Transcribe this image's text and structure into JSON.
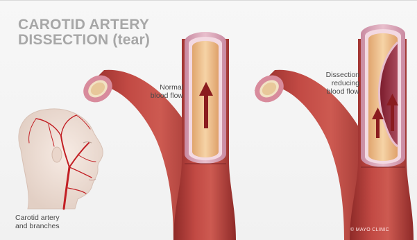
{
  "title": {
    "line1": "CAROTID ARTERY",
    "line2": "DISSECTION (tear)"
  },
  "labels": {
    "normal": [
      "Normal",
      "blood flow"
    ],
    "dissection": [
      "Dissection",
      "reducing",
      "blood flow"
    ],
    "branches": [
      "Carotid artery",
      "and branches"
    ]
  },
  "credit": "© MAYO CLINIC",
  "colors": {
    "artery": "#b8403c",
    "artery_dark": "#8e2a28",
    "artery_light": "#d46a5f",
    "lumen": "#f0c79a",
    "wall_pink": "#d9a3b6",
    "arrow": "#8a1c1f",
    "title_gray": "#a7a7a7"
  }
}
